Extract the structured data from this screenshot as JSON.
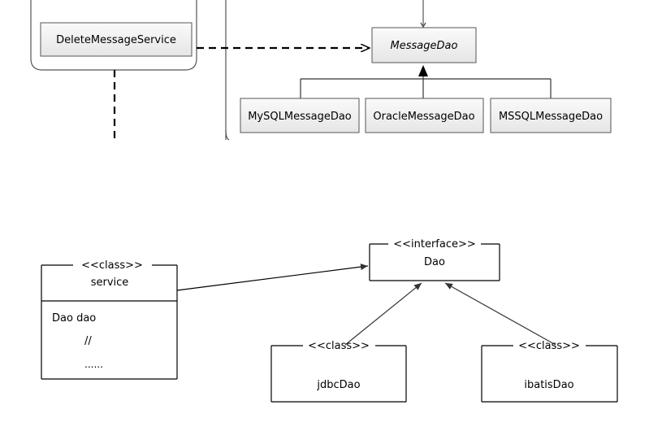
{
  "top_diagram": {
    "service_box": "DeleteMessageService",
    "interface_box": "MessageDao",
    "impls": [
      "MySQLMessageDao",
      "OracleMessageDao",
      "MSSQLMessageDao"
    ]
  },
  "bottom_diagram": {
    "service": {
      "stereotype": "<<class>>",
      "name": "service",
      "field": "Dao dao",
      "comment": "//",
      "ellipsis": "......"
    },
    "dao": {
      "stereotype": "<<interface>>",
      "name": "Dao"
    },
    "jdbc": {
      "stereotype": "<<class>>",
      "name": "jdbcDao"
    },
    "ibatis": {
      "stereotype": "<<class>>",
      "name": "ibatisDao"
    }
  }
}
